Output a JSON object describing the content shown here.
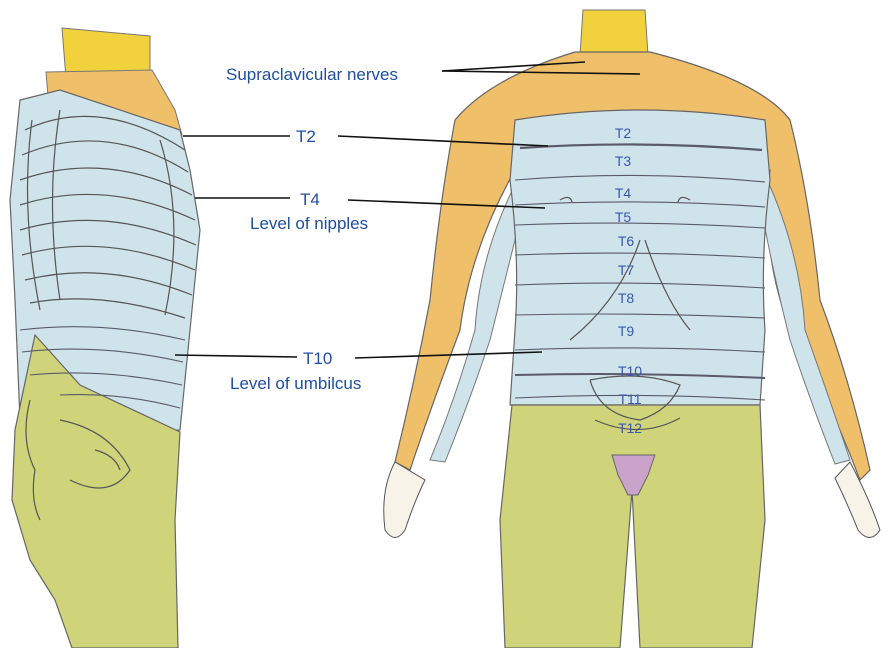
{
  "labels": {
    "supraclavicular": "Supraclavicular nerves",
    "t2": "T2",
    "t4": "T4",
    "nipples": "Level of nipples",
    "t10": "T10",
    "umbilicus": "Level of umbilcus"
  },
  "segments": [
    "T2",
    "T3",
    "T4",
    "T5",
    "T6",
    "T7",
    "T8",
    "T9",
    "T10",
    "T11",
    "T12"
  ],
  "colors": {
    "neck": "#f2d23c",
    "arm_orange": "#f0bf6a",
    "trunk_blue": "#cfe3ea",
    "leg_green": "#cfd37a",
    "genital_purple": "#c9a3c9",
    "label_text": "#1f4e9c"
  }
}
